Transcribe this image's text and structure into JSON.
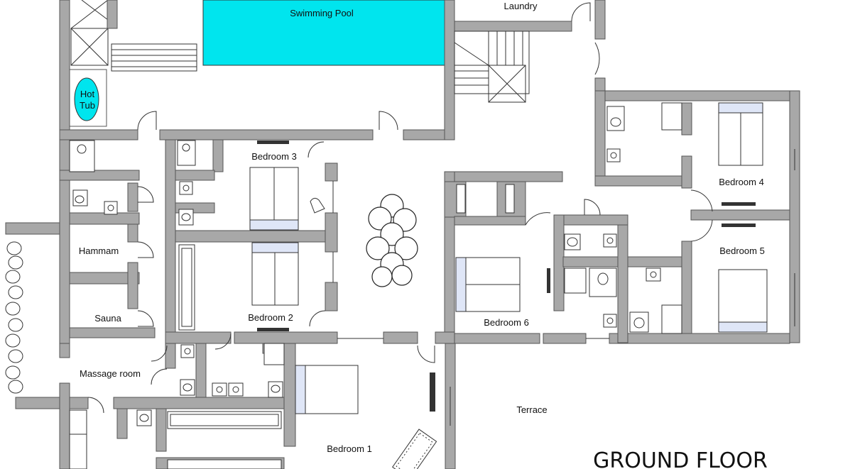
{
  "floor_title": "GROUND FLOOR",
  "rooms": {
    "swimming_pool": "Swimming Pool",
    "laundry": "Laundry",
    "hot_tub_line1": "Hot",
    "hot_tub_line2": "Tub",
    "hammam": "Hammam",
    "sauna": "Sauna",
    "massage_room": "Massage room",
    "bedroom_1": "Bedroom 1",
    "bedroom_2": "Bedroom 2",
    "bedroom_3": "Bedroom 3",
    "bedroom_4": "Bedroom 4",
    "bedroom_5": "Bedroom 5",
    "bedroom_6": "Bedroom 6",
    "terrace": "Terrace"
  },
  "colors": {
    "wall": "#a8a8a8",
    "pool": "#00e5ee",
    "hot_tub": "#00e5ee",
    "pillow": "#dfe6f7"
  }
}
